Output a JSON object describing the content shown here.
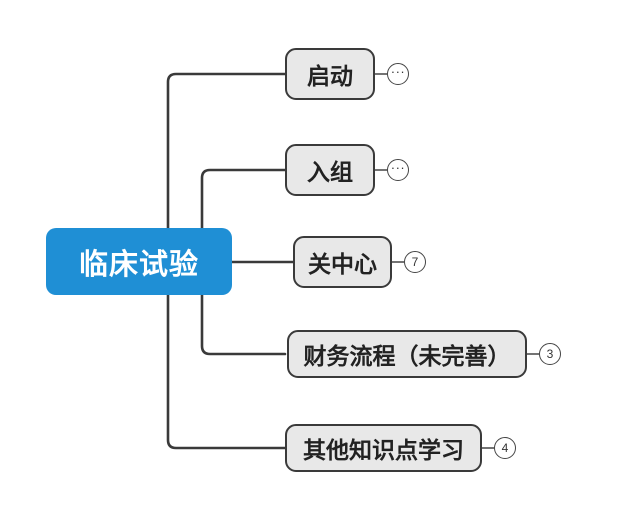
{
  "diagram": {
    "type": "mind-map",
    "title": "临床试验",
    "background_color": "#ffffff",
    "root": {
      "label": "临床试验",
      "fill_color": "#1f8fd5",
      "text_color": "#ffffff"
    },
    "branch_style": {
      "line_color": "#3a3a3a",
      "node_fill": "#e8e8e8",
      "node_border": "#3a3a3a",
      "node_text": "#222222"
    },
    "children": [
      {
        "label": "启动",
        "badge": "···",
        "badge_kind": "collapsed"
      },
      {
        "label": "入组",
        "badge": "···",
        "badge_kind": "collapsed"
      },
      {
        "label": "关中心",
        "badge": "7",
        "badge_kind": "count"
      },
      {
        "label": "财务流程（未完善）",
        "badge": "3",
        "badge_kind": "count"
      },
      {
        "label": "其他知识点学习",
        "badge": "4",
        "badge_kind": "count"
      }
    ]
  }
}
